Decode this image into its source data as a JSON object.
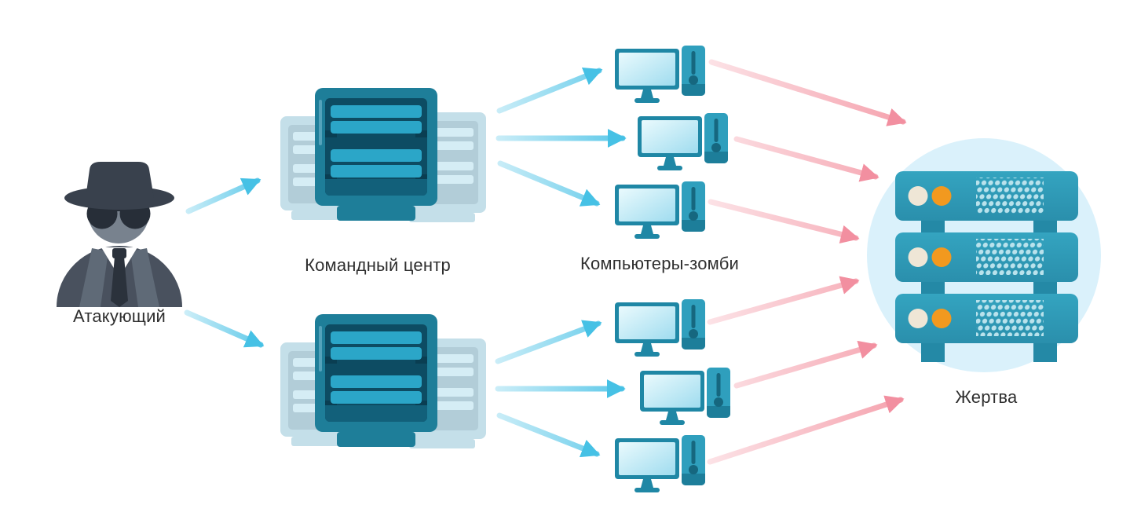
{
  "diagram": {
    "description": "DDoS botnet attack flow diagram",
    "nodes": {
      "attacker": {
        "label": "Атакующий",
        "icon": "spy-icon"
      },
      "command_center": {
        "label": "Командный центр",
        "icon": "server-icon",
        "count": 2
      },
      "zombies": {
        "label": "Компьютеры-зомби",
        "icon": "desktop-computer-icon",
        "count": 6
      },
      "victim": {
        "label": "Жертва",
        "icon": "server-rack-icon",
        "count": 1
      }
    },
    "edges": [
      {
        "from": "attacker",
        "to": "command_center_1",
        "style": "cyan-arrow"
      },
      {
        "from": "attacker",
        "to": "command_center_2",
        "style": "cyan-arrow"
      },
      {
        "from": "command_center_1",
        "to": "zombie_1",
        "style": "cyan-arrow"
      },
      {
        "from": "command_center_1",
        "to": "zombie_2",
        "style": "cyan-arrow"
      },
      {
        "from": "command_center_1",
        "to": "zombie_3",
        "style": "cyan-arrow"
      },
      {
        "from": "command_center_2",
        "to": "zombie_4",
        "style": "cyan-arrow"
      },
      {
        "from": "command_center_2",
        "to": "zombie_5",
        "style": "cyan-arrow"
      },
      {
        "from": "command_center_2",
        "to": "zombie_6",
        "style": "cyan-arrow"
      },
      {
        "from": "zombie_1",
        "to": "victim",
        "style": "pink-arrow"
      },
      {
        "from": "zombie_2",
        "to": "victim",
        "style": "pink-arrow"
      },
      {
        "from": "zombie_3",
        "to": "victim",
        "style": "pink-arrow"
      },
      {
        "from": "zombie_4",
        "to": "victim",
        "style": "pink-arrow"
      },
      {
        "from": "zombie_5",
        "to": "victim",
        "style": "pink-arrow"
      },
      {
        "from": "zombie_6",
        "to": "victim",
        "style": "pink-arrow"
      }
    ],
    "colors": {
      "background": "#ffffff",
      "text": "#2f2f2f",
      "control_arrow": "#55c6e8",
      "attack_arrow": "#f5a0ac",
      "server_frame": "#1e7e99",
      "server_panel": "#0d4c63",
      "server_bar": "#2ba6c8",
      "ghost_server": "#c4dfe9",
      "computer_teal": "#2f9fbd",
      "screen_cyan": "#a5dff1",
      "victim_body": "#2b93b0",
      "victim_halo": "#daf1fb",
      "led_cream": "#efe6d6",
      "led_orange": "#f2991f"
    }
  }
}
